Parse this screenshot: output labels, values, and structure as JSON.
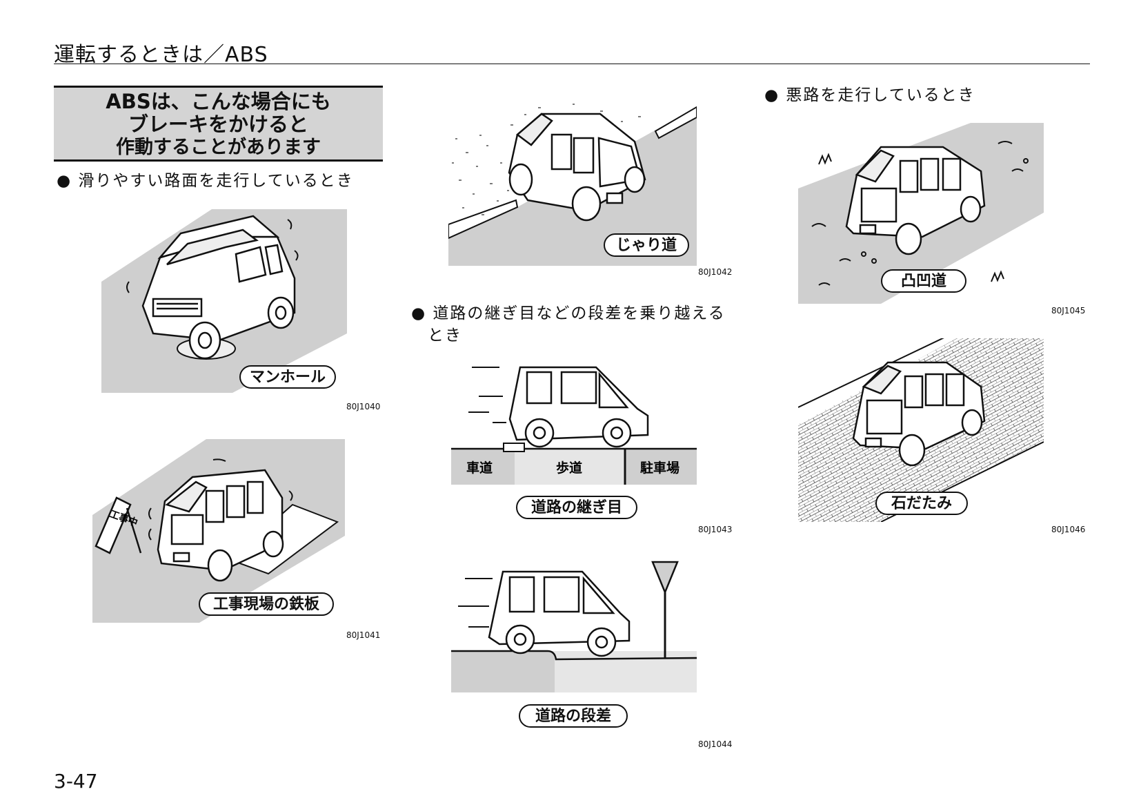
{
  "header": {
    "title": "運転するときは／ABS"
  },
  "callout": {
    "line1": "ABSは、こんな場合にも",
    "line2": "ブレーキをかけると",
    "line3": "作動することがあります"
  },
  "col1": {
    "bullet": "● 滑りやすい路面を走行しているとき",
    "fig1": {
      "label": "マンホール",
      "code": "80J1040"
    },
    "fig2": {
      "label": "工事現場の鉄板",
      "code": "80J1041",
      "sign": "工事中"
    }
  },
  "col2": {
    "fig1": {
      "label": "じゃり道",
      "code": "80J1042"
    },
    "bullet_line1": "● 道路の継ぎ目などの段差を乗り越える",
    "bullet_line2": "とき",
    "fig2": {
      "label": "道路の継ぎ目",
      "code": "80J1043",
      "zones": [
        "車道",
        "歩道",
        "駐車場"
      ]
    },
    "fig3": {
      "label": "道路の段差",
      "code": "80J1044"
    }
  },
  "col3": {
    "bullet": "● 悪路を走行しているとき",
    "fig1": {
      "label": "凸凹道",
      "code": "80J1045"
    },
    "fig2": {
      "label": "石だたみ",
      "code": "80J1046"
    }
  },
  "page_number": "3-47"
}
